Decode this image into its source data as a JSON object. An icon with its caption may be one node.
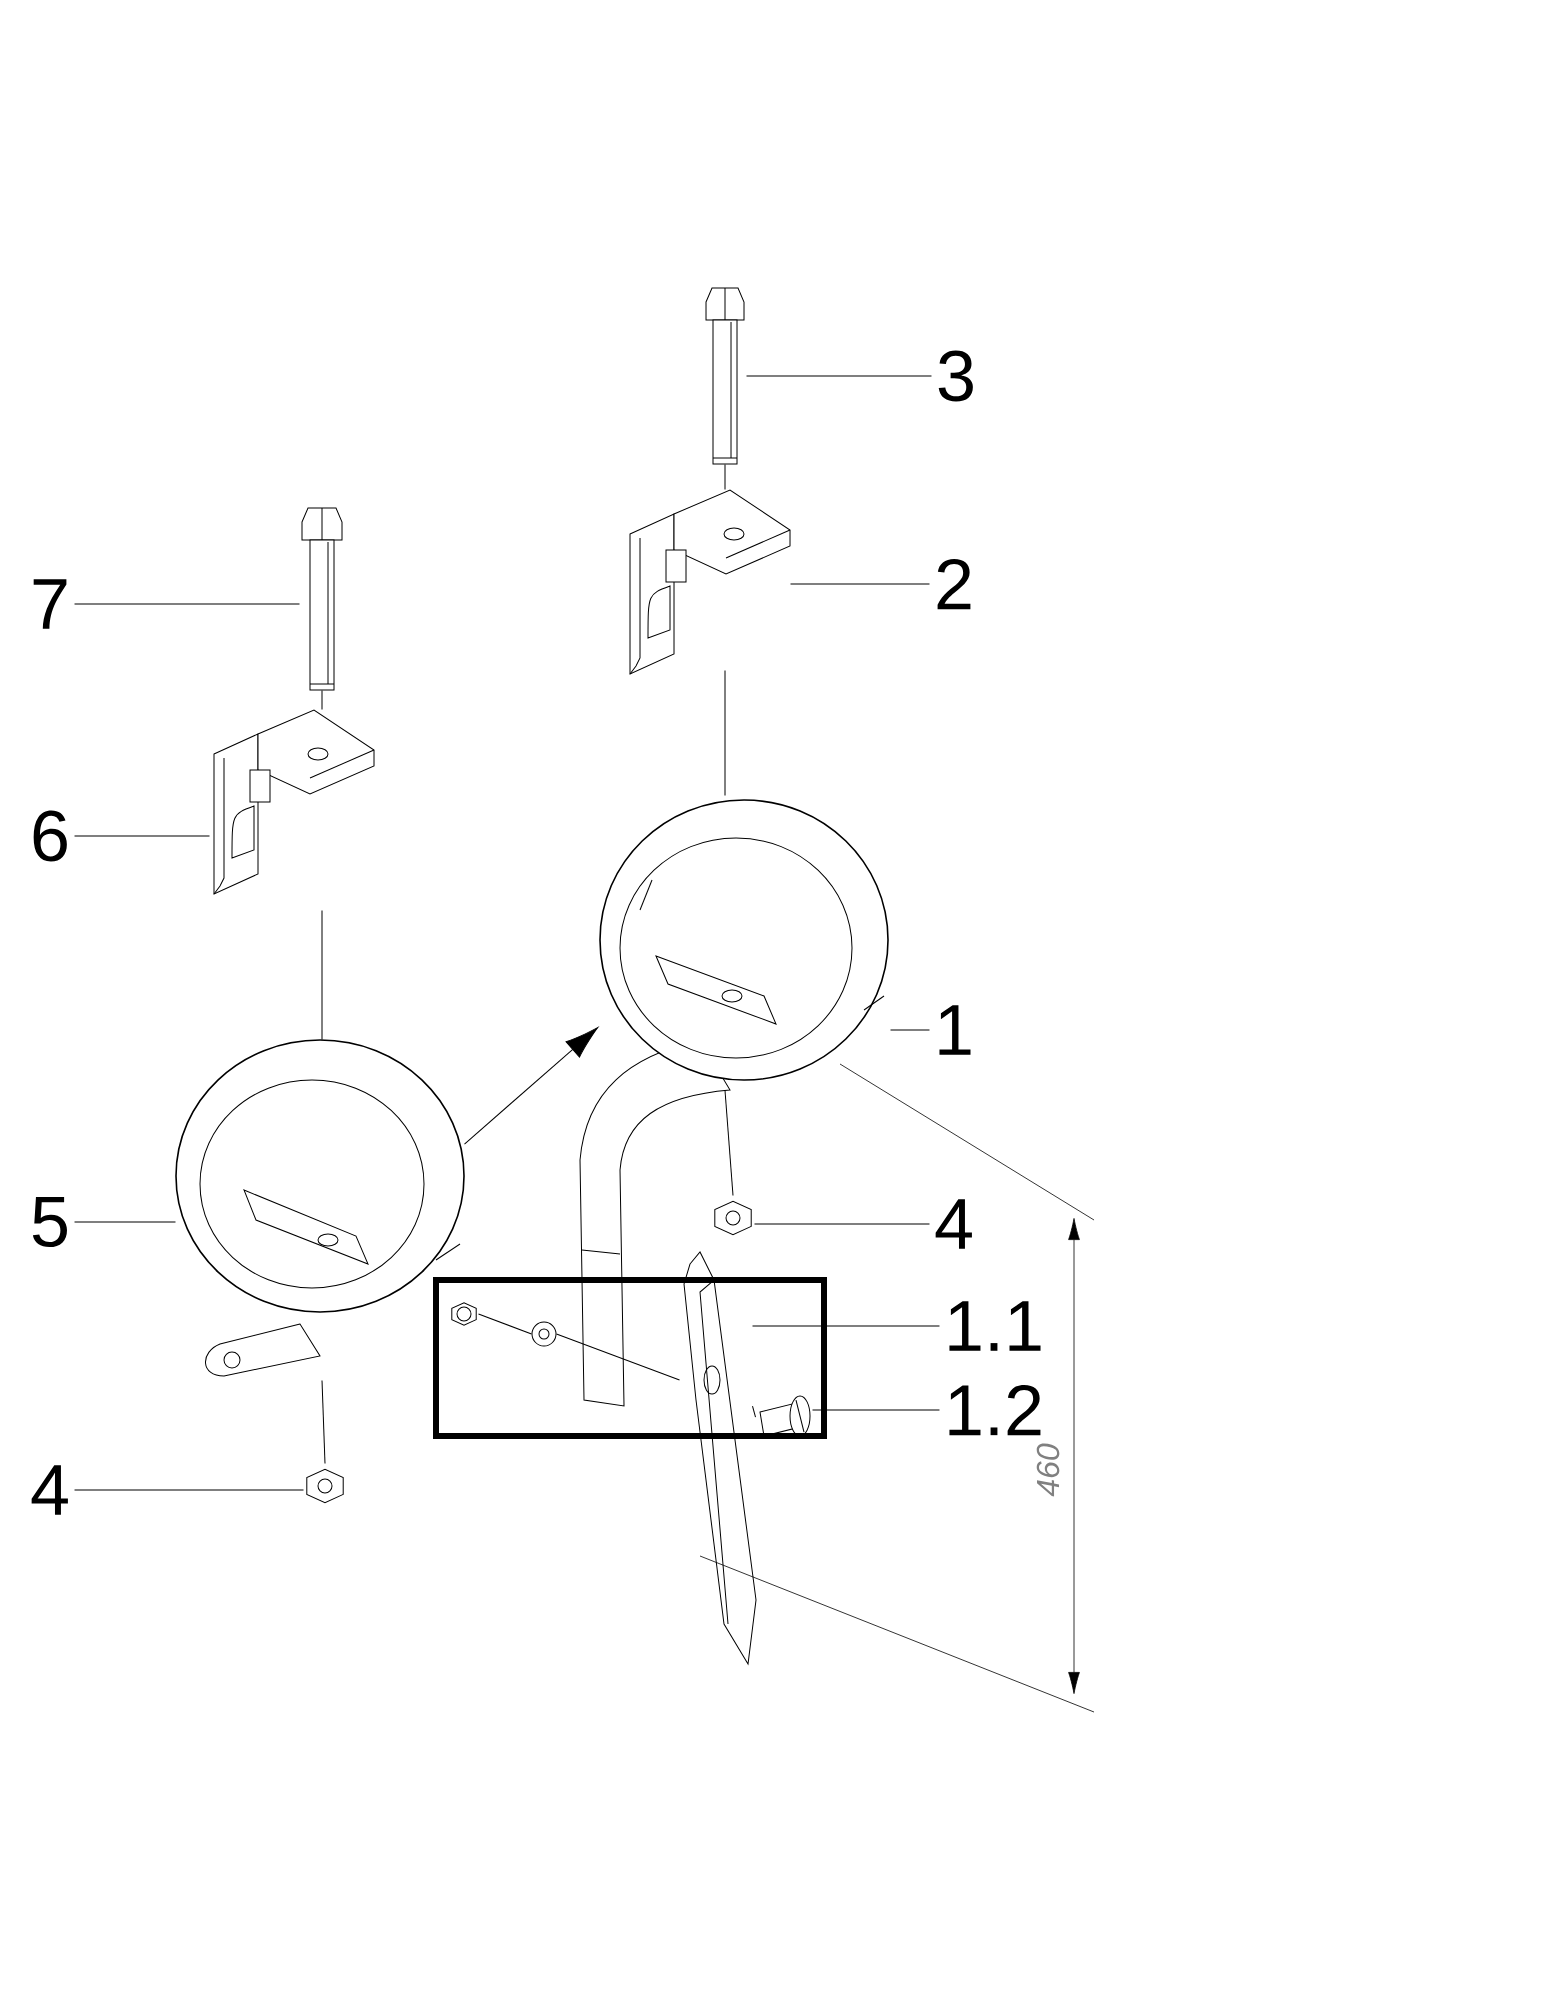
{
  "diagram": {
    "nodes": [
      {
        "text": [
          "3"
        ]
      },
      {
        "text": [
          "2"
        ]
      },
      {
        "text": [
          "7"
        ]
      },
      {
        "text": [
          "6"
        ]
      },
      {
        "text": [
          "1"
        ]
      },
      {
        "text": [
          "5"
        ]
      },
      {
        "text": [
          "4"
        ]
      },
      {
        "text": [
          "1.1"
        ]
      },
      {
        "text": [
          "1.2"
        ]
      },
      {
        "text": [
          "4"
        ]
      },
      {
        "text": [],
        "shape": "picture"
      },
      {
        "text": [],
        "shape": "picture"
      },
      {
        "text": [],
        "shape": "picture"
      },
      {
        "text": [],
        "shape": "picture"
      },
      {
        "text": [],
        "shape": "picture"
      },
      {
        "text": [],
        "shape": "picture"
      },
      {
        "text": [],
        "shape": "picture"
      },
      {
        "text": [],
        "shape": "picture"
      },
      {
        "text": [],
        "shape": "picture"
      },
      {
        "text": [],
        "shape": "picture"
      },
      {
        "text": [],
        "shape": "picture"
      },
      {
        "text": [],
        "shape": "picture"
      }
    ],
    "edges": [
      {
        "from": 0,
        "to": 10,
        "arrow": "none"
      },
      {
        "from": 1,
        "to": 11,
        "arrow": "none"
      },
      {
        "from": 2,
        "to": 12,
        "arrow": "none"
      },
      {
        "from": 3,
        "to": 13,
        "arrow": "none"
      },
      {
        "from": 4,
        "to": 14,
        "arrow": "none"
      },
      {
        "from": 5,
        "to": 15,
        "arrow": "none"
      },
      {
        "from": 6,
        "to": 16,
        "arrow": "none"
      },
      {
        "from": 7,
        "to": 17,
        "arrow": "none"
      },
      {
        "from": 8,
        "to": 18,
        "arrow": "none"
      },
      {
        "from": 9,
        "to": 19,
        "arrow": "none"
      },
      {
        "from": 15,
        "to": 14,
        "arrow": "to"
      },
      {
        "from": 10,
        "to": 11,
        "arrow": "none"
      },
      {
        "from": 11,
        "to": 14,
        "arrow": "none"
      },
      {
        "from": 14,
        "to": 16,
        "arrow": "none"
      },
      {
        "from": 12,
        "to": 13,
        "arrow": "none"
      },
      {
        "from": 13,
        "to": 15,
        "arrow": "none"
      },
      {
        "from": 15,
        "to": 19,
        "arrow": "none"
      },
      {
        "from": 20,
        "to": 21,
        "arrow": "none"
      },
      {
        "from": 21,
        "to": 17,
        "arrow": "none"
      },
      {
        "from": 17,
        "to": 18,
        "arrow": "none"
      }
    ],
    "labels": [
      "460"
    ]
  }
}
